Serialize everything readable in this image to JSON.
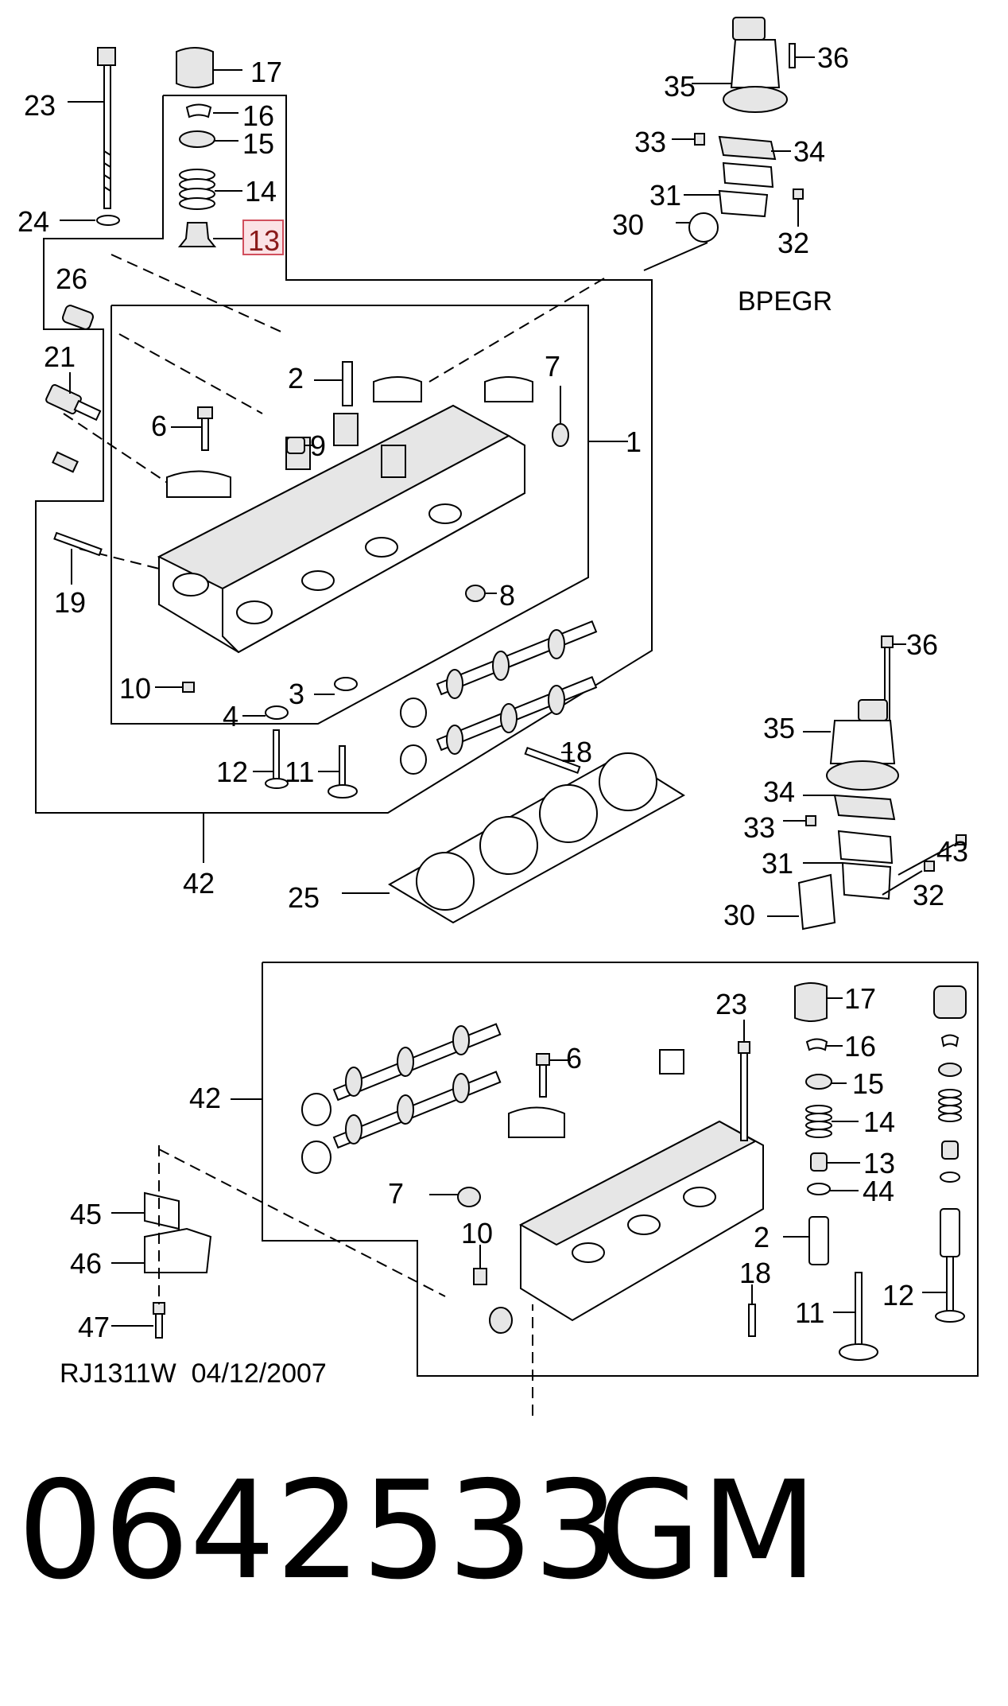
{
  "diagram": {
    "highlight_callout": "13",
    "callouts_upper": [
      "23",
      "17",
      "16",
      "15",
      "14",
      "24",
      "13",
      "26",
      "21",
      "2",
      "7",
      "6",
      "9",
      "1",
      "19",
      "8",
      "10",
      "3",
      "4",
      "12",
      "11",
      "18",
      "42",
      "25"
    ],
    "callouts_egr_top": [
      "36",
      "35",
      "33",
      "34",
      "31",
      "30",
      "32"
    ],
    "egr_top_label": "BPEGR",
    "callouts_egr_mid": [
      "36",
      "35",
      "34",
      "33",
      "43",
      "31",
      "32",
      "30"
    ],
    "callouts_lower": [
      "23",
      "17",
      "6",
      "16",
      "42",
      "15",
      "14",
      "13",
      "7",
      "44",
      "10",
      "2",
      "18",
      "12",
      "11",
      "45",
      "46",
      "47"
    ],
    "caption": "RJ1311W  04/12/2007",
    "part_number": "0642533",
    "brand": "GM"
  }
}
